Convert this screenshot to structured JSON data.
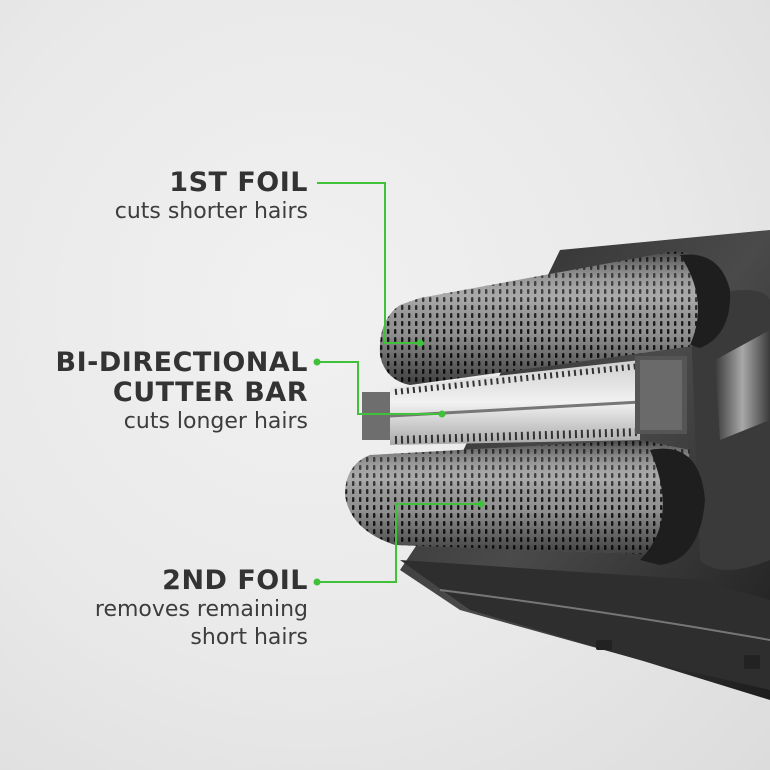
{
  "colors": {
    "accent_green": "#3fc23a",
    "text": "#363636",
    "background": "#ebebeb"
  },
  "callouts": [
    {
      "id": "foil1",
      "title": "1ST FOIL",
      "lines": [
        "cuts shorter hairs"
      ]
    },
    {
      "id": "cutter",
      "title_lines": [
        "BI-DIRECTIONAL",
        "CUTTER BAR"
      ],
      "lines": [
        "cuts longer hairs"
      ]
    },
    {
      "id": "foil2",
      "title": "2ND FOIL",
      "lines": [
        "removes remaining",
        "short hairs"
      ]
    }
  ],
  "product": {
    "name": "electric-foil-shaver-head"
  }
}
